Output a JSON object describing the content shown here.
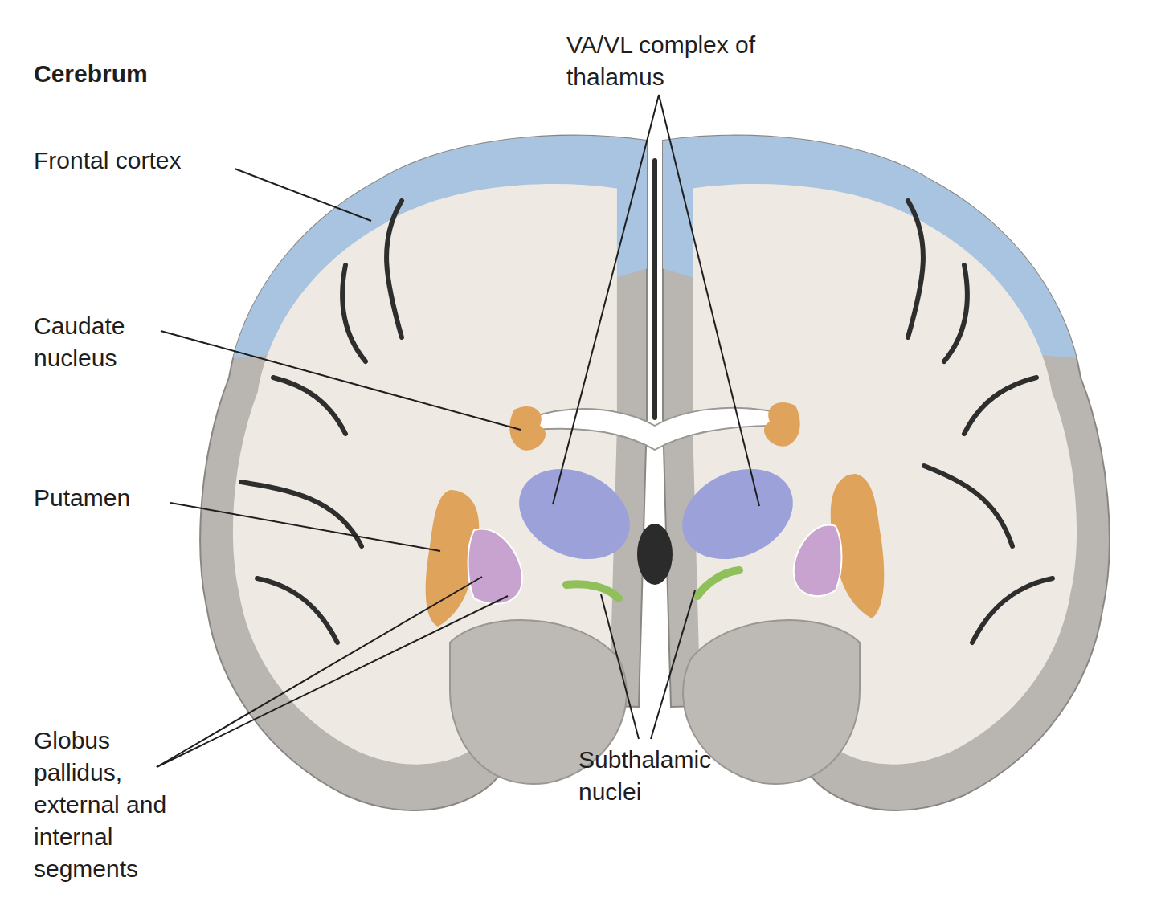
{
  "diagram": {
    "title": "Cerebrum",
    "labels": [
      "Frontal cortex",
      "Caudate nucleus",
      "Putamen",
      "Globus pallidus, external and internal segments",
      "VA/VL complex of thalamus",
      "Subthalamic nuclei"
    ]
  }
}
